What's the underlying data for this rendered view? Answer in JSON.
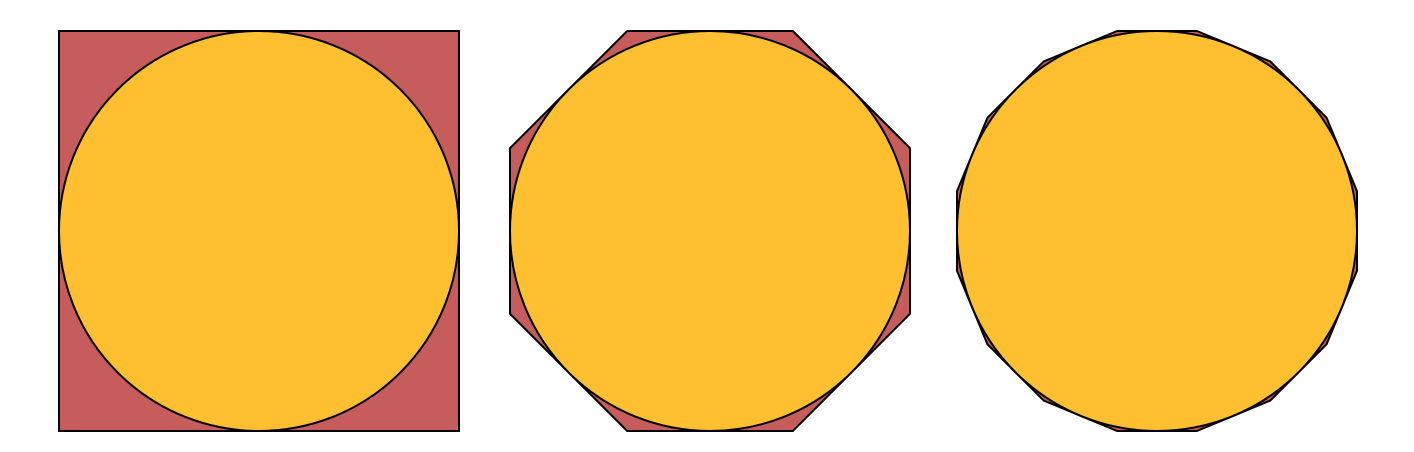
{
  "colors": {
    "polygon_fill": "#c75c5c",
    "circle_fill": "#fec030",
    "stroke": "#000000",
    "background": "#ffffff"
  },
  "figures": [
    {
      "name": "square-with-inscribed-circle",
      "sides": 4
    },
    {
      "name": "octagon-with-inscribed-circle",
      "sides": 8
    },
    {
      "name": "sixteen-gon-with-inscribed-circle",
      "sides": 16
    }
  ]
}
